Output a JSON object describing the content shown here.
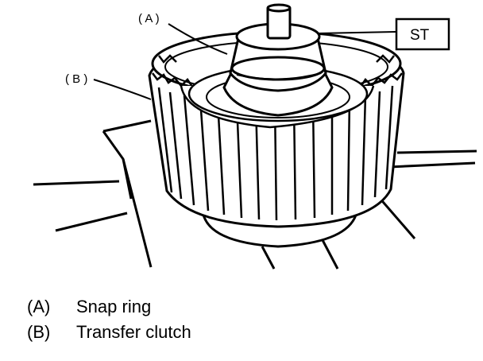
{
  "callouts": {
    "a": "( A )",
    "b": "( B )",
    "tool": "ST"
  },
  "legend": [
    {
      "key": "(A)",
      "text": "Snap ring"
    },
    {
      "key": "(B)",
      "text": "Transfer clutch"
    }
  ]
}
